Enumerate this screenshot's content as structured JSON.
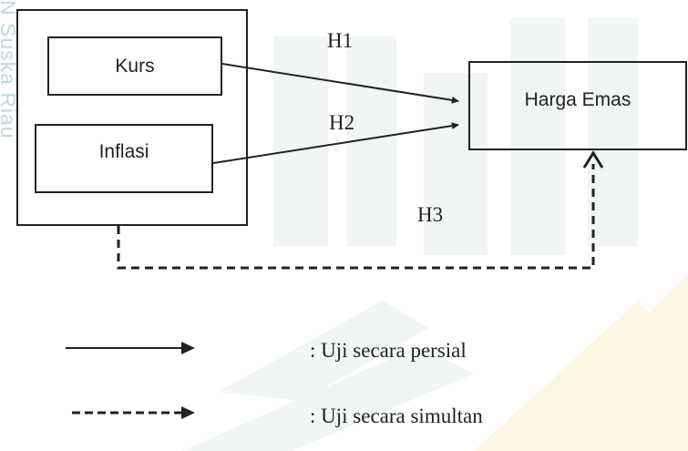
{
  "watermark": {
    "side_text": "N Suska Riau"
  },
  "diagram": {
    "nodes": {
      "kurs": "Kurs",
      "inflasi": "Inflasi",
      "harga_emas": "Harga Emas"
    },
    "hypotheses": {
      "h1": "H1",
      "h2": "H2",
      "h3": "H3"
    }
  },
  "legend": {
    "solid_label": ": Uji secara persial",
    "dashed_label": ": Uji secara simultan"
  }
}
